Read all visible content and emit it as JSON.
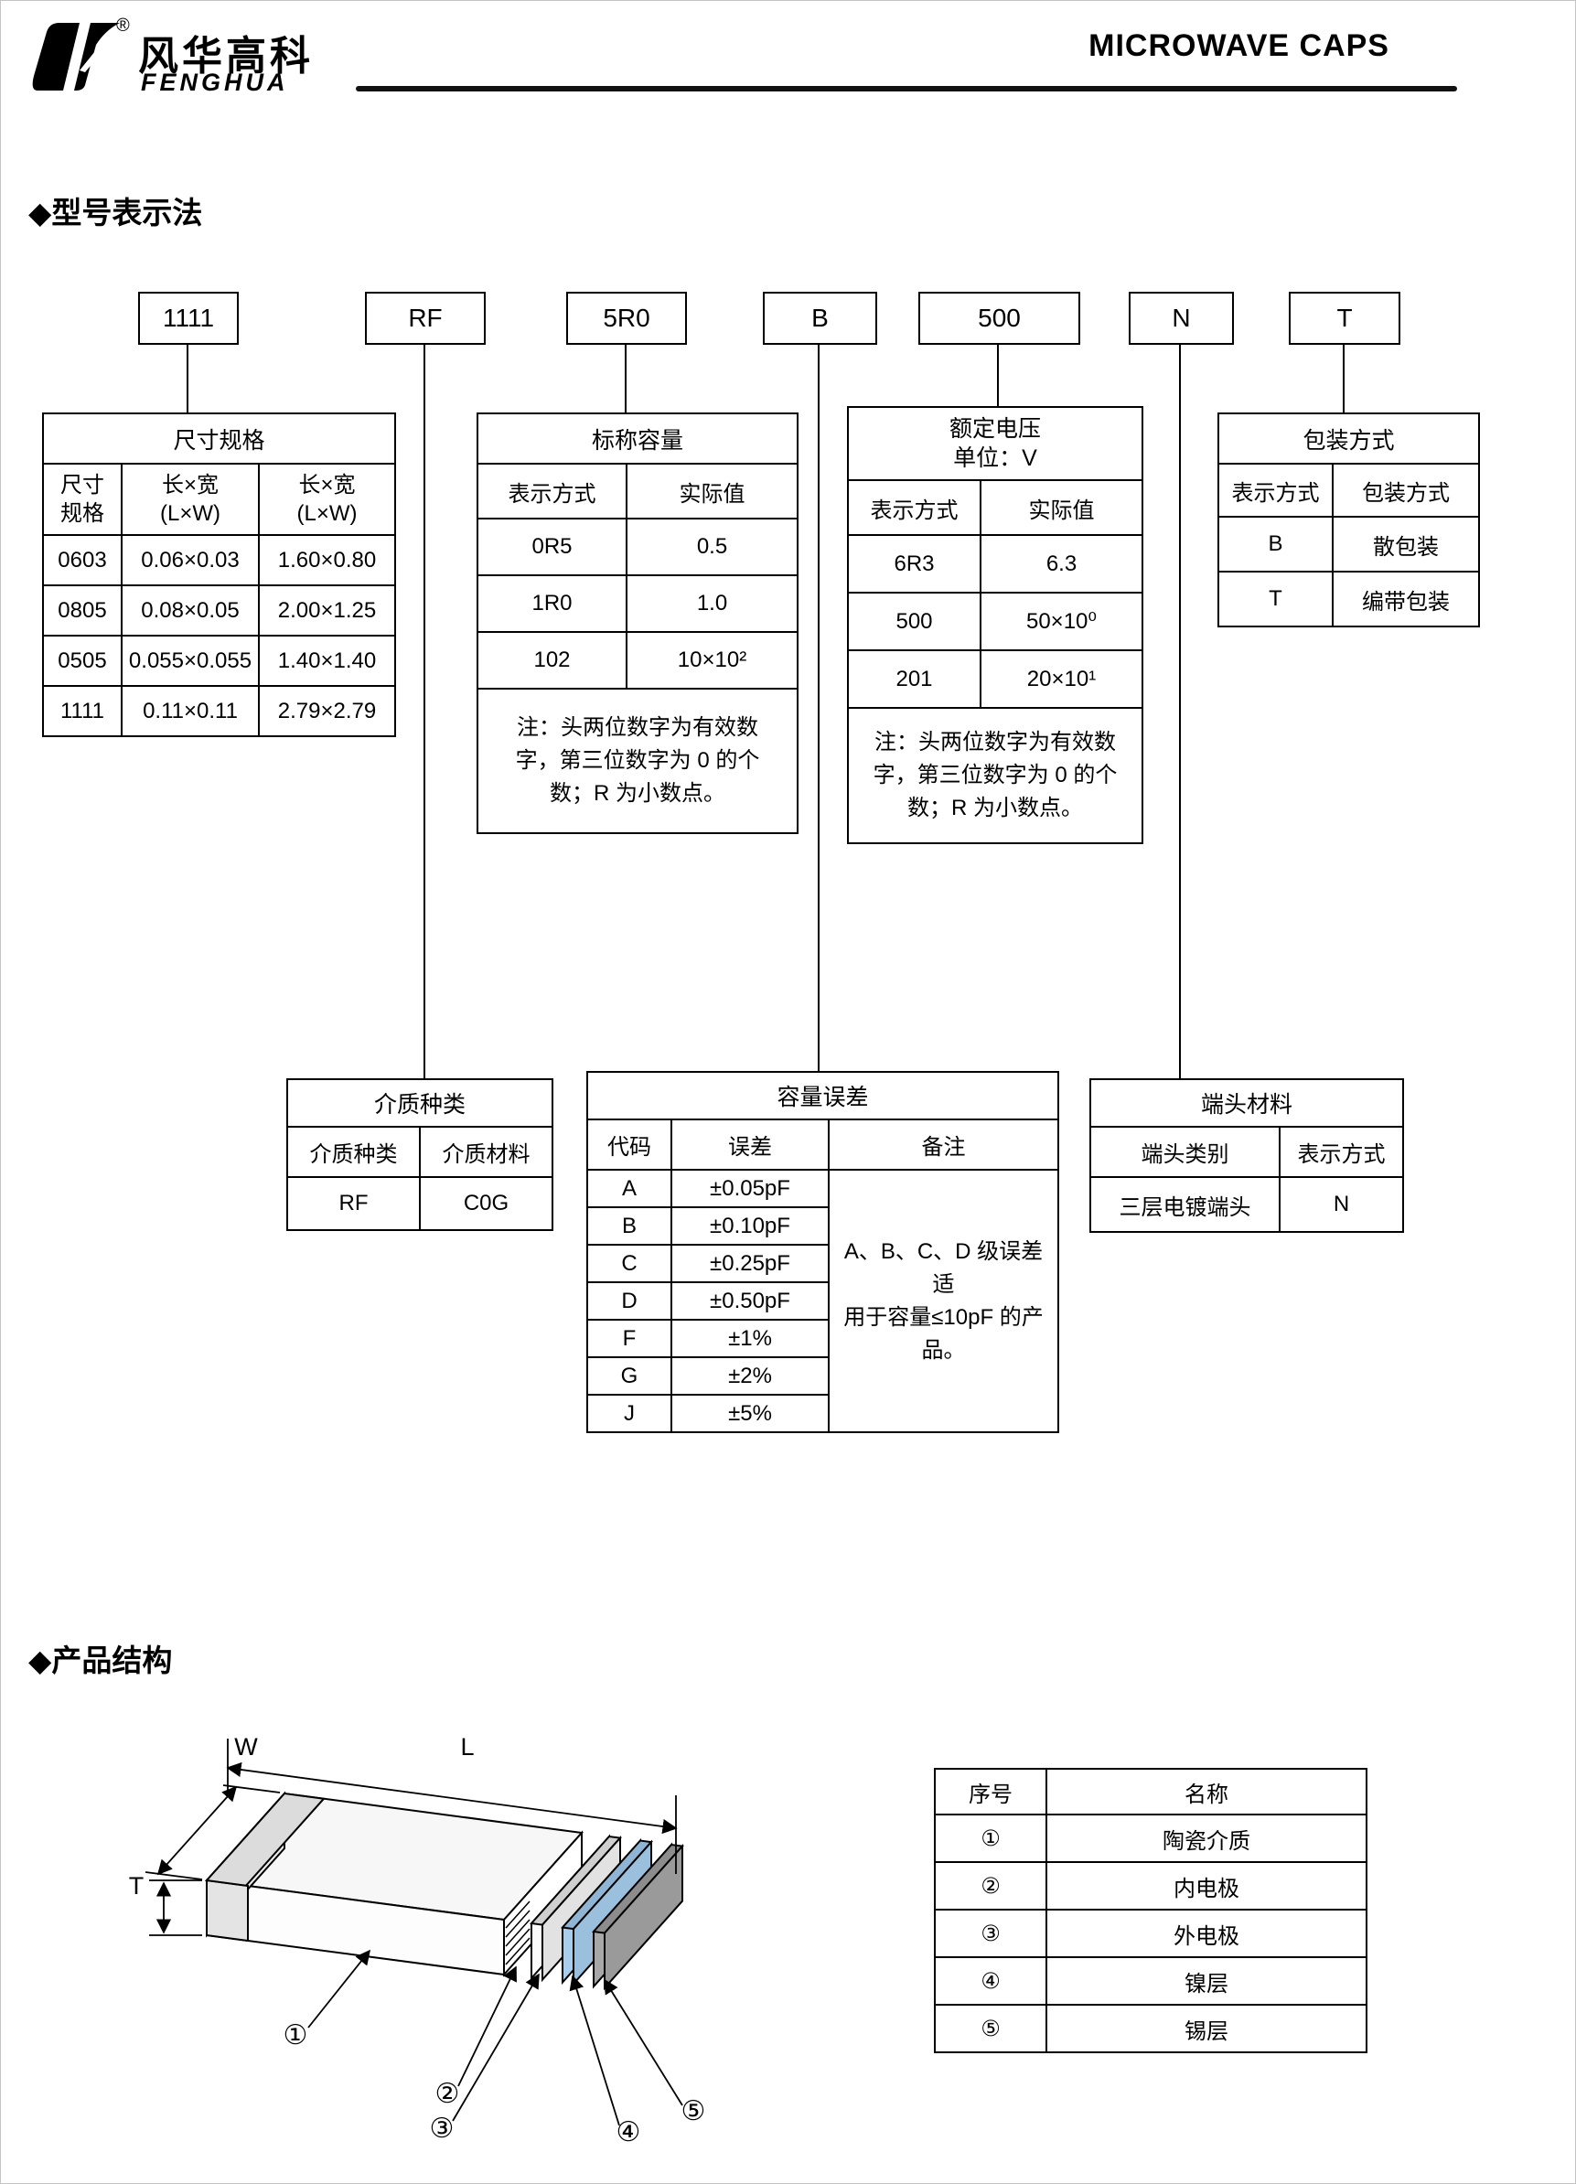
{
  "header": {
    "brand_cn": "风华高科",
    "brand_en": "FENGHUA",
    "reg_mark": "®",
    "doc_title": "MICROWAVE CAPS"
  },
  "sections": {
    "model_title": "◆型号表示法",
    "structure_title": "◆产品结构"
  },
  "part_code": {
    "segments": [
      "1111",
      "RF",
      "5R0",
      "B",
      "500",
      "N",
      "T"
    ]
  },
  "size_table": {
    "title": "尺寸规格",
    "col1_header": "尺寸\n规格",
    "col2_header": "长×宽\n(L×W)",
    "col3_header": "长×宽\n(L×W)",
    "rows": [
      {
        "code": "0603",
        "inch": "0.06×0.03",
        "mm": "1.60×0.80"
      },
      {
        "code": "0805",
        "inch": "0.08×0.05",
        "mm": "2.00×1.25"
      },
      {
        "code": "0505",
        "inch": "0.055×0.055",
        "mm": "1.40×1.40"
      },
      {
        "code": "1111",
        "inch": "0.11×0.11",
        "mm": "2.79×2.79"
      }
    ]
  },
  "capacitance_table": {
    "title": "标称容量",
    "col1_header": "表示方式",
    "col2_header": "实际值",
    "rows": [
      {
        "code": "0R5",
        "value": "0.5"
      },
      {
        "code": "1R0",
        "value": "1.0"
      },
      {
        "code": "102",
        "value": "10×10²"
      }
    ],
    "note": "注：头两位数字为有效数\n字，第三位数字为 0 的个\n数；R 为小数点。"
  },
  "voltage_table": {
    "title": "额定电压\n单位：V",
    "col1_header": "表示方式",
    "col2_header": "实际值",
    "rows": [
      {
        "code": "6R3",
        "value": "6.3"
      },
      {
        "code": "500",
        "value": "50×10⁰"
      },
      {
        "code": "201",
        "value": "20×10¹"
      }
    ],
    "note": "注：头两位数字为有效数\n字，第三位数字为 0 的个\n数；R 为小数点。"
  },
  "packaging_table": {
    "title": "包装方式",
    "col1_header": "表示方式",
    "col2_header": "包装方式",
    "rows": [
      {
        "code": "B",
        "value": "散包装"
      },
      {
        "code": "T",
        "value": "编带包装"
      }
    ]
  },
  "dielectric_table": {
    "title": "介质种类",
    "col1_header": "介质种类",
    "col2_header": "介质材料",
    "rows": [
      {
        "type": "RF",
        "material": "C0G"
      }
    ]
  },
  "tolerance_table": {
    "title": "容量误差",
    "col1_header": "代码",
    "col2_header": "误差",
    "col3_header": "备注",
    "rows": [
      {
        "code": "A",
        "tol": "±0.05pF"
      },
      {
        "code": "B",
        "tol": "±0.10pF"
      },
      {
        "code": "C",
        "tol": "±0.25pF"
      },
      {
        "code": "D",
        "tol": "±0.50pF"
      },
      {
        "code": "F",
        "tol": "±1%"
      },
      {
        "code": "G",
        "tol": "±2%"
      },
      {
        "code": "J",
        "tol": "±5%"
      }
    ],
    "remark": "A、B、C、D 级误差适\n用于容量≤10pF 的产\n品。"
  },
  "termination_table": {
    "title": "端头材料",
    "col1_header": "端头类别",
    "col2_header": "表示方式",
    "rows": [
      {
        "type": "三层电镀端头",
        "code": "N"
      }
    ]
  },
  "structure_table": {
    "col1_header": "序号",
    "col2_header": "名称",
    "rows": [
      {
        "num": "①",
        "name": "陶瓷介质"
      },
      {
        "num": "②",
        "name": "内电极"
      },
      {
        "num": "③",
        "name": "外电极"
      },
      {
        "num": "④",
        "name": "镍层"
      },
      {
        "num": "⑤",
        "name": "锡层"
      }
    ]
  },
  "diagram": {
    "labels": {
      "W": "W",
      "L": "L",
      "T": "T"
    },
    "callouts": [
      "①",
      "②",
      "③",
      "④",
      "⑤"
    ],
    "nickel_color": "#a9cdea",
    "tin_color": "#a8a8a8"
  }
}
